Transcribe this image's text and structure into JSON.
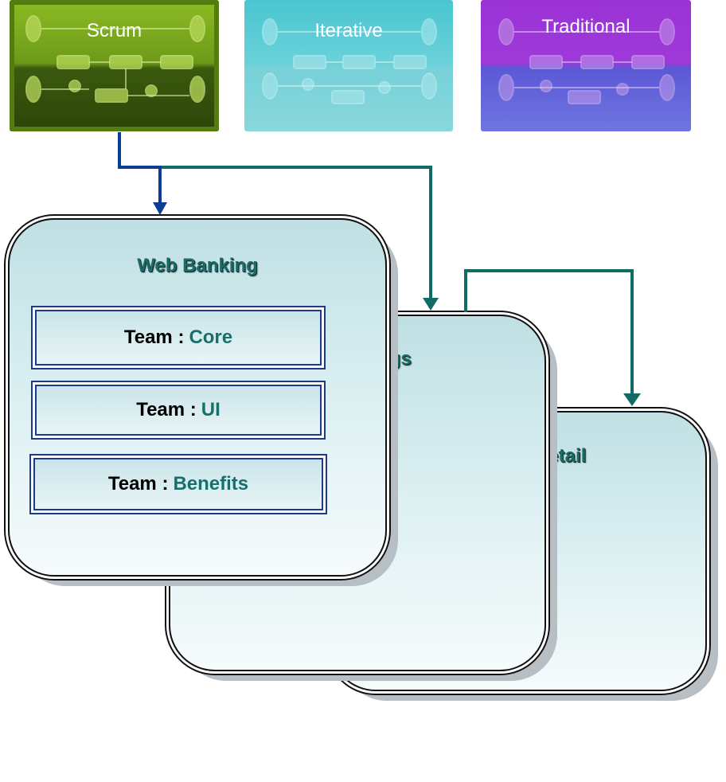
{
  "methodologies": [
    {
      "label": "Scrum",
      "color": "#6c9a18"
    },
    {
      "label": "Iterative",
      "color": "#4cc6d0"
    },
    {
      "label": "Traditional",
      "color": "#9b32d6"
    }
  ],
  "projects": {
    "web_banking": {
      "title": "Web Banking",
      "teams": [
        {
          "prefix": "Team :",
          "name": "Core"
        },
        {
          "prefix": "Team :",
          "name": "UI"
        },
        {
          "prefix": "Team :",
          "name": "Benefits"
        }
      ]
    },
    "savings": {
      "title": "vings"
    },
    "retail": {
      "title": "Retail"
    }
  },
  "colors": {
    "connector_primary": "#0b3d96",
    "connector_secondary": "#0f6b63",
    "accent_text": "#18706c"
  }
}
